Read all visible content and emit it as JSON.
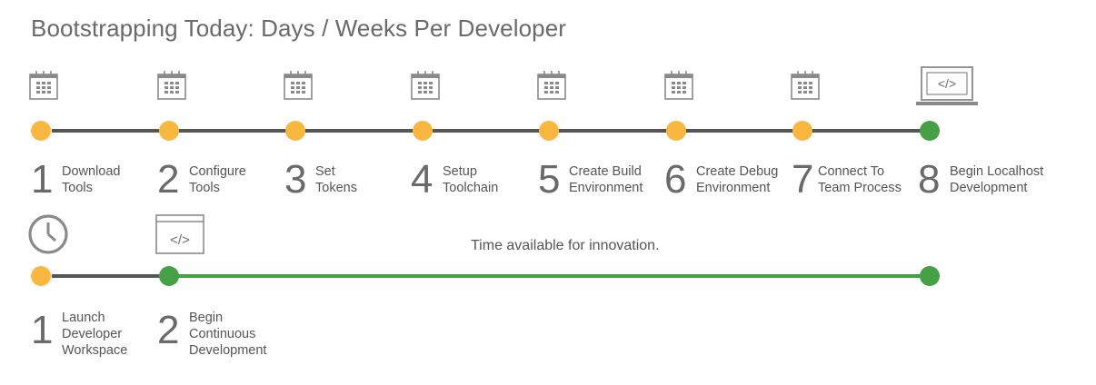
{
  "title": "Bootstrapping Today: Days / Weeks Per Developer",
  "colors": {
    "pending": "#F9B73F",
    "done": "#46A046",
    "track": "#555555",
    "green_track": "#46A046",
    "icon": "#8a8a8a"
  },
  "row1": {
    "icons": [
      "calendar-icon",
      "calendar-icon",
      "calendar-icon",
      "calendar-icon",
      "calendar-icon",
      "calendar-icon",
      "calendar-icon",
      "laptop-code-icon"
    ],
    "laptop_glyph": "</>",
    "steps": [
      {
        "num": "1",
        "l1": "Download",
        "l2": "Tools",
        "status": "pending"
      },
      {
        "num": "2",
        "l1": "Configure",
        "l2": "Tools",
        "status": "pending"
      },
      {
        "num": "3",
        "l1": "Set",
        "l2": "Tokens",
        "status": "pending"
      },
      {
        "num": "4",
        "l1": "Setup",
        "l2": "Toolchain",
        "status": "pending"
      },
      {
        "num": "5",
        "l1": "Create Build",
        "l2": "Environment",
        "status": "pending"
      },
      {
        "num": "6",
        "l1": "Create Debug",
        "l2": "Environment",
        "status": "pending"
      },
      {
        "num": "7",
        "l1": "Connect To",
        "l2": "Team Process",
        "status": "pending"
      },
      {
        "num": "8",
        "l1": "Begin Localhost",
        "l2": "Development",
        "status": "done"
      }
    ]
  },
  "row2": {
    "caption": "Time available for innovation.",
    "browser_glyph": "</>",
    "steps": [
      {
        "num": "1",
        "l1": "Launch",
        "l2": "Developer",
        "l3": "Workspace",
        "status": "pending"
      },
      {
        "num": "2",
        "l1": "Begin",
        "l2": "Continuous",
        "l3": "Development",
        "status": "done"
      }
    ]
  }
}
